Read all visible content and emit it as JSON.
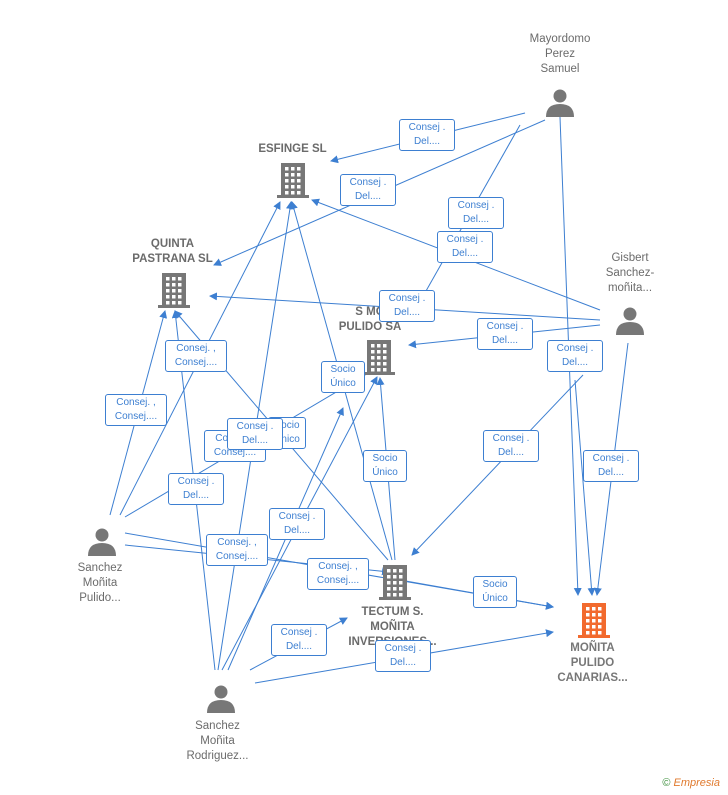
{
  "nodes": {
    "mayordomo": {
      "label": "Mayordomo\nPerez\nSamuel",
      "type": "person"
    },
    "esfinge": {
      "label": "ESFINGE  SL",
      "type": "company"
    },
    "quinta": {
      "label": "QUINTA\nPASTRANA SL",
      "type": "company"
    },
    "gisbert": {
      "label": "Gisbert\nSanchez-\nmoñita...",
      "type": "person"
    },
    "smonita": {
      "label": "S MO\nPULIDO SA",
      "type": "company"
    },
    "sanchez_pulido": {
      "label": "Sanchez\nMoñita\nPulido...",
      "type": "person"
    },
    "tectum": {
      "label": "TECTUM S.\nMOÑITA\nINVERSIONES...",
      "type": "company"
    },
    "monita_canarias": {
      "label": "MOÑITA\nPULIDO\nCANARIAS...",
      "type": "company",
      "highlight": true
    },
    "sanchez_rodriguez": {
      "label": "Sanchez\nMoñita\nRodriguez...",
      "type": "person"
    }
  },
  "edge_labels": {
    "e1": "Consej .\nDel....",
    "e2": "Consej .\nDel....",
    "e3": "Consej .\nDel....",
    "e4": "Consej .\nDel....",
    "e5": "Consej .\nDel....",
    "e6": "Consej .\nDel....",
    "e7": "Consej. ,\nConsej....",
    "e8": "Socio\nÚnico",
    "e9": "Consej .\nDel....",
    "e10": "Consej. ,\nConsej....",
    "e11": "Consej. ,\nConsej....",
    "e12": "Consej .\nDel....",
    "e13": "Socio\nÚnico",
    "e14": "Consej .\nDel....",
    "e15": "Consej .\nDel....",
    "e16": "Socio\nÚnico",
    "e17": "Consej .\nDel....",
    "e18": "Consej .\nDel....",
    "e19": "Consej. ,\nConsej....",
    "e20": "Consej. ,\nConsej....",
    "e21": "Socio\nÚnico",
    "e22": "Consej .\nDel....",
    "e23": "Consej .\nDel...."
  },
  "colors": {
    "edge": "#3d7fd1",
    "icon": "#777777",
    "highlight": "#f26a2e"
  },
  "footer": {
    "copyright": "©",
    "brand": "Empresia"
  }
}
